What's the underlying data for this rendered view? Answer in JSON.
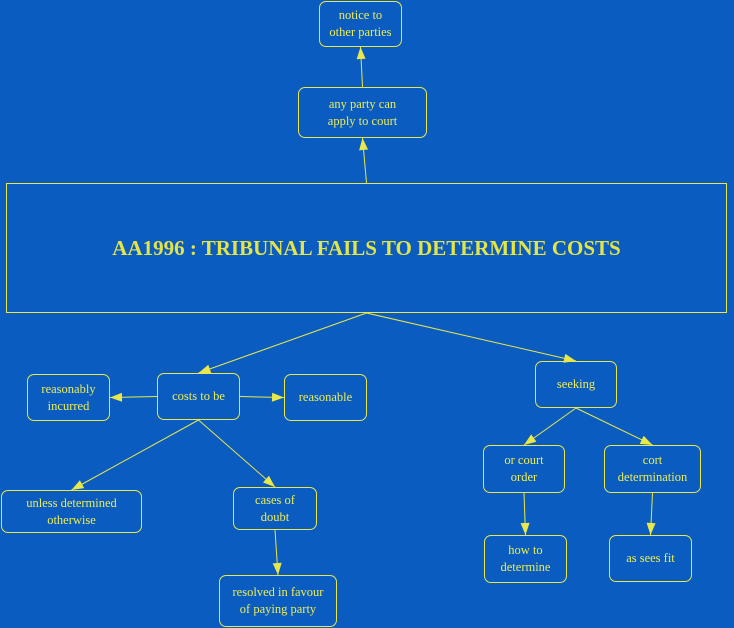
{
  "colors": {
    "background": "#0b5cc0",
    "stroke": "#e8e84a",
    "text": "#eded55"
  },
  "nodes": {
    "notice": "notice to\nother parties",
    "apply": "any party can\napply to court",
    "main": "AA1996 : TRIBUNAL FAILS TO DETERMINE COSTS",
    "costs": "costs to be",
    "incurred": "reasonably\nincurred",
    "reasonable": "reasonable",
    "unless": "unless determined\notherwise",
    "doubt": "cases of\ndoubt",
    "resolved": "resolved in favour\nof paying party",
    "seeking": "seeking",
    "orcourt": "or court\norder",
    "cort": "cort\ndetermination",
    "howto": "how to\ndetermine",
    "fit": "as sees fit"
  },
  "edges": [
    [
      "apply",
      "notice"
    ],
    [
      "main",
      "apply"
    ],
    [
      "main",
      "costs"
    ],
    [
      "main",
      "seeking"
    ],
    [
      "costs",
      "incurred"
    ],
    [
      "costs",
      "reasonable"
    ],
    [
      "costs",
      "unless"
    ],
    [
      "costs",
      "doubt"
    ],
    [
      "doubt",
      "resolved"
    ],
    [
      "seeking",
      "orcourt"
    ],
    [
      "seeking",
      "cort"
    ],
    [
      "orcourt",
      "howto"
    ],
    [
      "cort",
      "fit"
    ]
  ]
}
